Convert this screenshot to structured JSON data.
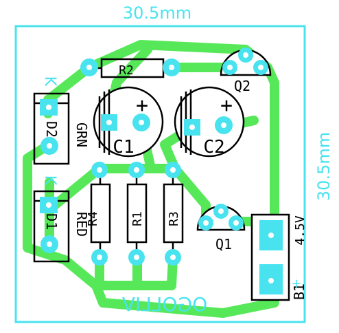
{
  "dimensions": {
    "width_label": "30.5mm",
    "height_label": "30.5mm"
  },
  "board": {
    "name": "OGOLLIV"
  },
  "components": {
    "r2": "R2",
    "c1": "C1",
    "c2": "C2",
    "q2": "Q2",
    "q1": "Q1",
    "d2": "D2",
    "d1": "D1",
    "r4": "R4",
    "r1": "R1",
    "r3": "R3",
    "b1": "B1"
  },
  "markings": {
    "plus": "+",
    "k": "K",
    "grn": "GRN",
    "red": "RED",
    "voltage": "4.5V"
  },
  "colors": {
    "trace": "#57e85a",
    "pad": "#48e3ef",
    "silkscreen": "#000000",
    "outline": "#48e3ef"
  }
}
